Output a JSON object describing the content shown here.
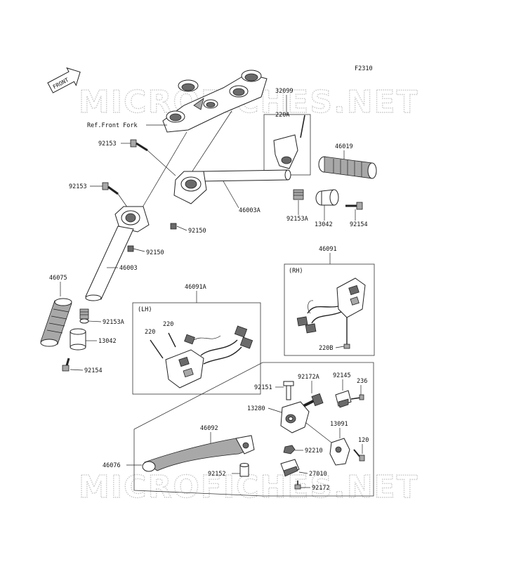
{
  "figure_code": "F2310",
  "watermark": "MICROFICHES.NET",
  "front_badge": "FRONT",
  "ref_front_fork": "Ref.Front Fork",
  "group_lh": "(LH)",
  "group_rh": "(RH)",
  "part_numbers": {
    "p32099": "32099",
    "p220A": "220A",
    "p46019": "46019",
    "p92153_top": "92153",
    "p92153_left": "92153",
    "p46003A": "46003A",
    "p92153A_mid": "92153A",
    "p13042_mid": "13042",
    "p92154_mid": "92154",
    "p92150_a": "92150",
    "p92150_b": "92150",
    "p46003": "46003",
    "p46091": "46091",
    "p46075": "46075",
    "p92153A_left": "92153A",
    "p13042_left": "13042",
    "p92154_left": "92154",
    "p46091A": "46091A",
    "p220_a": "220",
    "p220_b": "220",
    "p220B": "220B",
    "p92151": "92151",
    "p92172A": "92172A",
    "p92145": "92145",
    "p236": "236",
    "p13280": "13280",
    "p13091": "13091",
    "p46092": "46092",
    "p120": "120",
    "p92210": "92210",
    "p46076": "46076",
    "p92152": "92152",
    "p27010": "27010",
    "p92172": "92172"
  }
}
